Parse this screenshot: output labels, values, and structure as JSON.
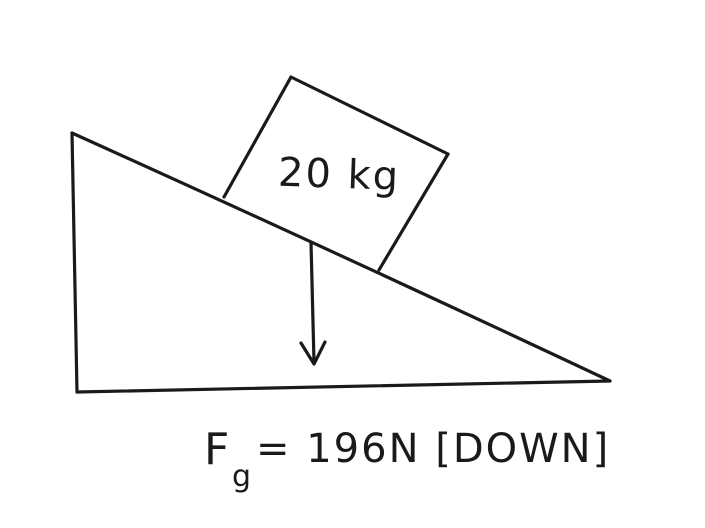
{
  "block": {
    "mass_label": "20 kg"
  },
  "force": {
    "symbol": "F",
    "subscript": "g",
    "value_text": "= 196N [DOWN]"
  },
  "colors": {
    "ink": "#1a1a1a",
    "background": "#ffffff"
  }
}
